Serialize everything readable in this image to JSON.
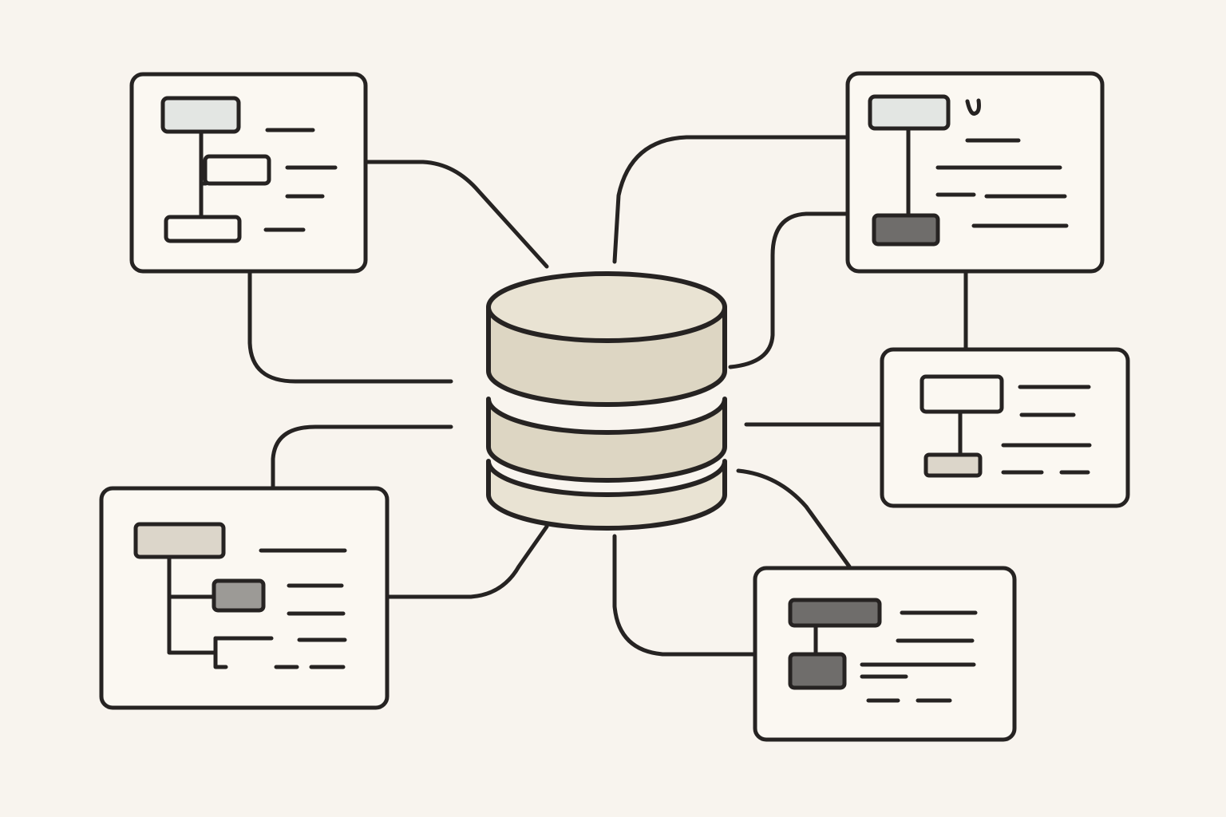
{
  "colors": {
    "background": "#f8f4ee",
    "stroke": "#262322",
    "panel_fill": "#fbf8f2",
    "cylinder_fill": "#e9e3d3",
    "cylinder_band": "#ddd6c3",
    "swatch_light_blue": "#e3e6e3",
    "swatch_white": "#fbf8f2",
    "swatch_beige": "#dcd6ca",
    "swatch_gray": "#9c9a96",
    "swatch_dark": "#6f6d6b"
  },
  "diagram": {
    "center": {
      "icon": "database-cylinder-icon"
    },
    "panels": [
      {
        "id": "top-left",
        "icon": "schema-tree-icon"
      },
      {
        "id": "top-right",
        "icon": "schema-tree-icon"
      },
      {
        "id": "mid-right",
        "icon": "schema-tree-icon"
      },
      {
        "id": "bottom-left",
        "icon": "schema-tree-icon"
      },
      {
        "id": "bottom-right",
        "icon": "schema-tree-icon"
      }
    ]
  }
}
